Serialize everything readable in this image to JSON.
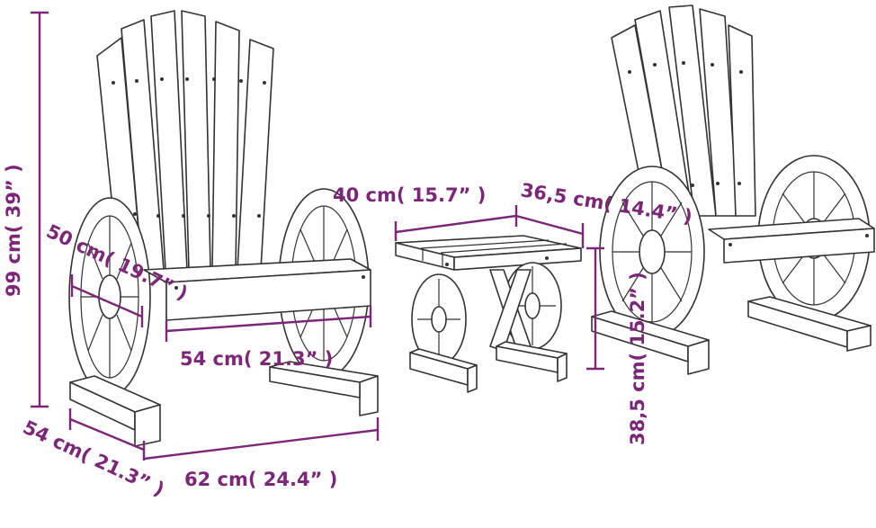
{
  "colors": {
    "dimension": "#7b2677",
    "outline": "#333333",
    "background": "#ffffff"
  },
  "dimensions": {
    "chair_height": "99 cm( 39” )",
    "armrest_depth": "50 cm( 19.7” )",
    "seat_width": "54 cm( 21.3” )",
    "base_depth": "54 cm( 21.3” )",
    "base_width": "62 cm( 24.4” )",
    "table_width": "40 cm( 15.7” )",
    "table_depth": "36,5 cm( 14.4” )",
    "table_height": "38,5 cm( 15.2” )"
  }
}
